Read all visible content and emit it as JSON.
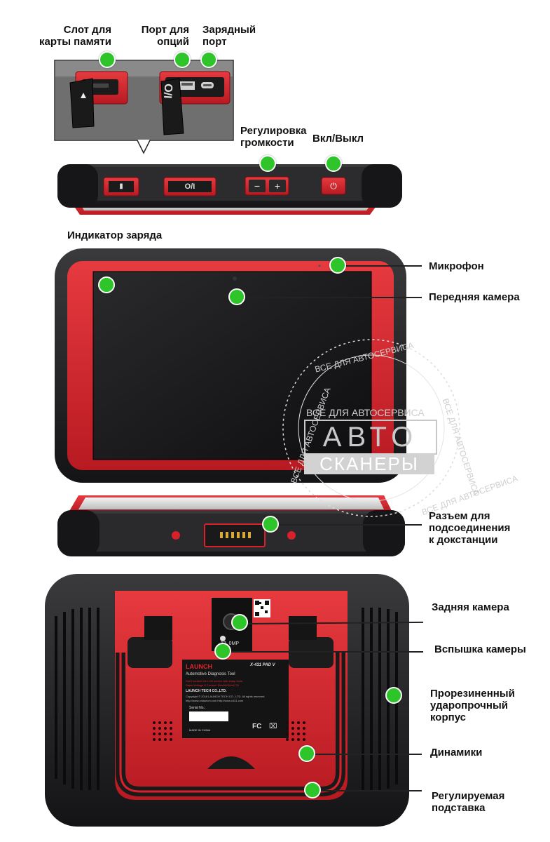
{
  "callouts": {
    "memory_card_slot": [
      "Слот для",
      "карты памяти"
    ],
    "options_port": [
      "Порт для",
      "опций"
    ],
    "charging_port": [
      "Зарядный",
      "порт"
    ],
    "volume": [
      "Регулировка",
      "громкости"
    ],
    "power": "Вкл/Выкл",
    "charge_indicator": "Индикатор заряда",
    "microphone": "Микрофон",
    "front_camera": "Передняя камера",
    "dock_connector": [
      "Разъем для",
      "подсоединения",
      "к докстанции"
    ],
    "rear_camera": "Задняя камера",
    "camera_flash": "Вспышка камеры",
    "rubber_case": [
      "Прорезиненный",
      "ударопрочный",
      "корпус"
    ],
    "speakers": "Динамики",
    "stand": [
      "Регулируемая",
      "подставка"
    ]
  },
  "device_text": {
    "io_label": "I/O",
    "power_key_label": "O/I",
    "minus": "−",
    "plus": "+",
    "camera_mp": "13. 0MP",
    "brand": "LAUNCH",
    "model": "X-431 PAD V",
    "subtitle": "Automotive Diagnosis Tool",
    "warning": "Don't scratch the LCD screen with sharp tools.",
    "rated": "Rated Voltage & Current: 5V⎓3A/9V⎓2.7A",
    "company": "LAUNCH TECH CO.,LTD.",
    "copyright": "Copyright © 2018 LAUNCH TECH CO., LTD. All rights reserved.",
    "urls": "http://www.cnlaunch.com   http://www.x431.com",
    "serial": "Serial No.:",
    "made_in": "MADE IN CHINA",
    "fc": "FC"
  },
  "watermark": {
    "ring_text": "ВСЕ ДЛЯ АВТОСЕРВИСА",
    "line1": "ВСЕ ДЛЯ АВТОСЕРВИСА",
    "logo_top": "АВТО",
    "logo_bottom": "СКАНЕРЫ"
  },
  "colors": {
    "accent_green": "#2ec52a",
    "device_red": "#d8212a",
    "device_black": "#1c1c1e"
  }
}
